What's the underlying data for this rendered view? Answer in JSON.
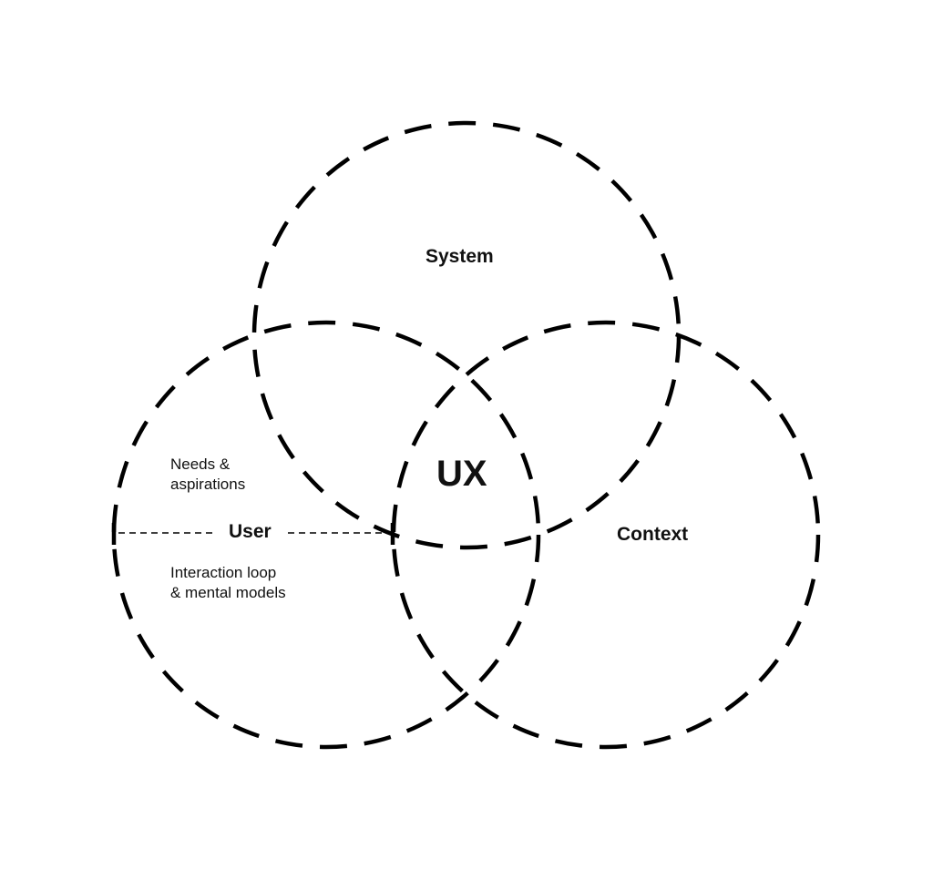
{
  "circles": {
    "system": "System",
    "user": "User",
    "context": "Context",
    "center": "UX"
  },
  "user_notes": {
    "top_line1": "Needs &",
    "top_line2": "aspirations",
    "bottom_line1": "Interaction loop",
    "bottom_line2": "& mental models"
  },
  "colors": {
    "stroke": "#000000",
    "background": "#ffffff"
  }
}
